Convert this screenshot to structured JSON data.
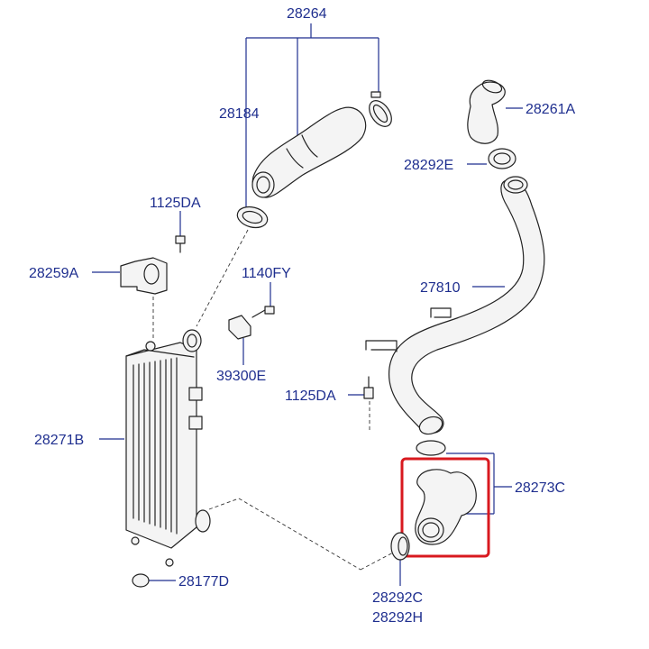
{
  "labels": {
    "p28264": "28264",
    "p28184": "28184",
    "p28261A": "28261A",
    "p28292E": "28292E",
    "p1125DA_top": "1125DA",
    "p28259A": "28259A",
    "p1140FY": "1140FY",
    "p27810": "27810",
    "p39300E": "39300E",
    "p1125DA_mid": "1125DA",
    "p28271B": "28271B",
    "p28273C": "28273C",
    "p28177D": "28177D",
    "p28292C": "28292C",
    "p28292H": "28292H"
  },
  "colors": {
    "label": "#1f2f8f",
    "line": "#222222",
    "highlight": "#d8191f"
  }
}
